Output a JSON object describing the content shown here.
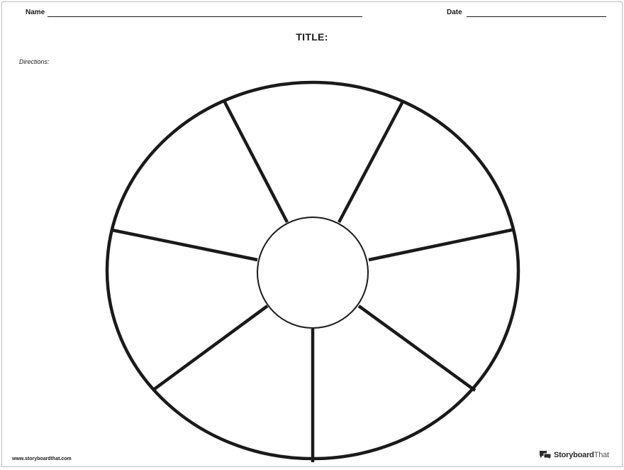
{
  "header": {
    "name_label": "Name",
    "date_label": "Date",
    "title": "TITLE:",
    "directions_label": "Directions:"
  },
  "footer": {
    "url": "www.storyboardthat.com",
    "brand_bold": "Storyboard",
    "brand_light": "That",
    "logo_icon": "speech-bubbles-icon"
  },
  "diagram": {
    "type": "circle-spider-map",
    "sections": 7,
    "stroke_color": "#1a1a1a",
    "fill_color": "#ffffff"
  }
}
